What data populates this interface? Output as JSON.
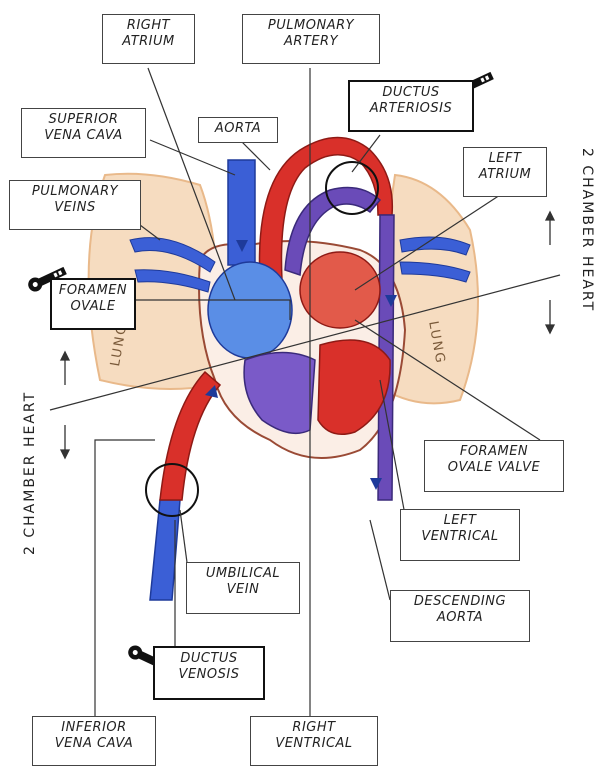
{
  "labels": {
    "right_atrium": [
      "RIGHT",
      "ATRIUM"
    ],
    "pulmonary_artery": [
      "PULMONARY",
      "ARTERY"
    ],
    "ductus_arteriosis": [
      "DUCTUS",
      "ARTERIOSIS"
    ],
    "superior_vena_cava": [
      "SUPERIOR",
      "VENA CAVA"
    ],
    "aorta": [
      "AORTA"
    ],
    "left_atrium": [
      "LEFT",
      "ATRIUM"
    ],
    "pulmonary_veins": [
      "PULMONARY",
      "VEINS"
    ],
    "foramen_ovale": [
      "FORAMEN",
      "OVALE"
    ],
    "foramen_ovale_valve": [
      "FORAMEN",
      "OVALE VALVE"
    ],
    "left_ventrical": [
      "LEFT",
      "VENTRICAL"
    ],
    "umbilical_vein": [
      "UMBILICAL",
      "VEIN"
    ],
    "descending_aorta": [
      "DESCENDING",
      "AORTA"
    ],
    "ductus_venosis": [
      "DUCTUS",
      "VENOSIS"
    ],
    "inferior_vena_cava": [
      "INFERIOR",
      "VENA CAVA"
    ],
    "right_ventrical": [
      "RIGHT",
      "VENTRICAL"
    ]
  },
  "side_text": {
    "right": "2 CHAMBER HEART",
    "left": "2 CHAMBER HEART"
  },
  "lung_labels": [
    "LUNG",
    "LUNG"
  ],
  "colors": {
    "oxygenated": "#d9302a",
    "deoxygenated": "#3b5fd6",
    "mixed": "#6a4bb8",
    "lung": "#f2c79a",
    "heart_outline": "#8a3b2a"
  },
  "icons": [
    "key-icon",
    "key-icon",
    "key-icon"
  ]
}
